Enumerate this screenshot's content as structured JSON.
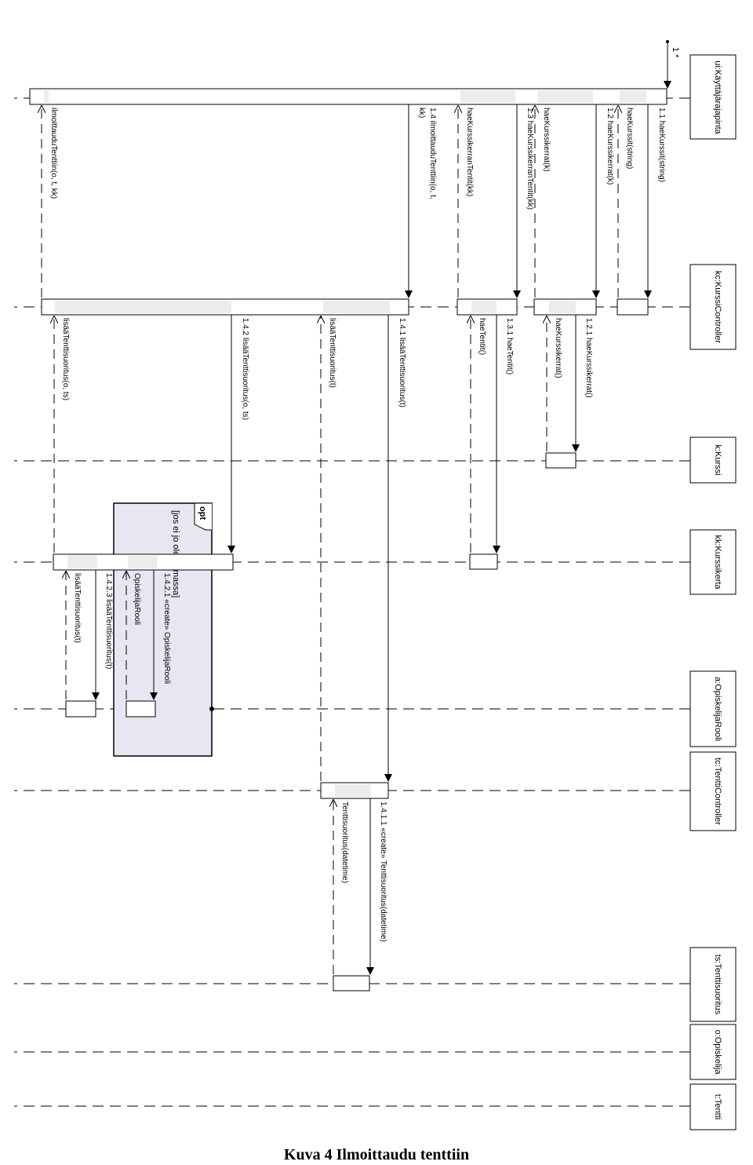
{
  "caption": "Kuva 4 Ilmoittaudu tenttiin",
  "multiplicity": "1 *",
  "opt_fragment": {
    "label": "opt",
    "guard": "[jos ei jo ole olemassa]"
  },
  "lifelines": [
    "ui:Käyttäjärajapinta",
    "kc:KurssiController",
    "k:Kurssi",
    "kk:Kurssikerta",
    "a:OpiskelijaRooli",
    "tc:TenttiController",
    "ts:Tenttisuoritus",
    "o:Opiskelija",
    "t:Tentti"
  ],
  "messages": [
    "1.1  haeKurssit(string)",
    "haeKurssit(string)",
    "1.2  haeKurssikerrat(k)",
    "haeKurssikerrat(k)",
    "1.2.1  haeKurssikerrat()",
    "haeKurssikerrat()",
    "1.3  haeKurssikerranTentit(kk)",
    "haeKurssikerranTentit(kk)",
    "1.3.1  haeTentit()",
    "haeTentit()",
    "1.4  ilmoittauduTenttiin(o, t,",
    "kk)",
    "ilmoittauduTenttiin(o, t, kk)",
    "1.4.1  lisääTenttisuoritus(t)",
    "lisääTenttisuoritus(t)",
    "1.4.1.1  «create»  Tenttisuoritus(datetime)",
    "Tenttisuoritus(datetime)",
    "1.4.2  lisääTenttisuoritus(o, ts)",
    "lisääTenttisuoritus(o, ts)",
    "1.4.2.1  «create»  OpiskelijaRooli",
    "OpiskelijaRooli",
    "1.4.2.3  lisääTenttisuoritus(t)",
    "lisääTenttisuoritus(t)"
  ]
}
